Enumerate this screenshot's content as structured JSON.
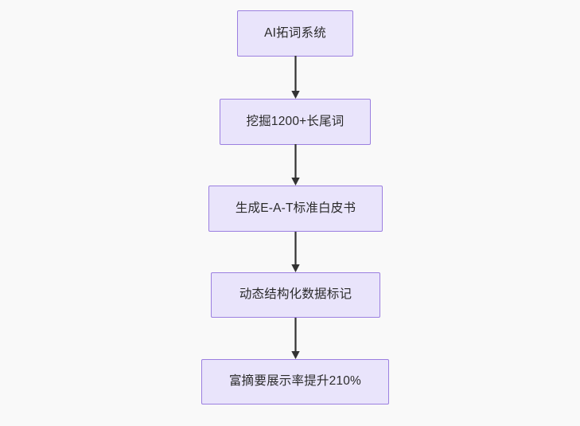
{
  "diagram": {
    "type": "flowchart",
    "direction": "top-to-bottom",
    "background_color": "#f9f9f9",
    "node_fill_color": "#e9e4fb",
    "node_border_color": "#9b7fe0",
    "edge_color": "#333333",
    "text_color": "#2b2b2b",
    "nodes": [
      {
        "id": "n1",
        "label": "AI拓词系统"
      },
      {
        "id": "n2",
        "label": "挖掘1200+长尾词"
      },
      {
        "id": "n3",
        "label": "生成E-A-T标准白皮书"
      },
      {
        "id": "n4",
        "label": "动态结构化数据标记"
      },
      {
        "id": "n5",
        "label": "富摘要展示率提升210%"
      }
    ],
    "edges": [
      {
        "from": "n1",
        "to": "n2",
        "label": ""
      },
      {
        "from": "n2",
        "to": "n3",
        "label": ""
      },
      {
        "from": "n3",
        "to": "n4",
        "label": ""
      },
      {
        "from": "n4",
        "to": "n5",
        "label": ""
      }
    ]
  }
}
